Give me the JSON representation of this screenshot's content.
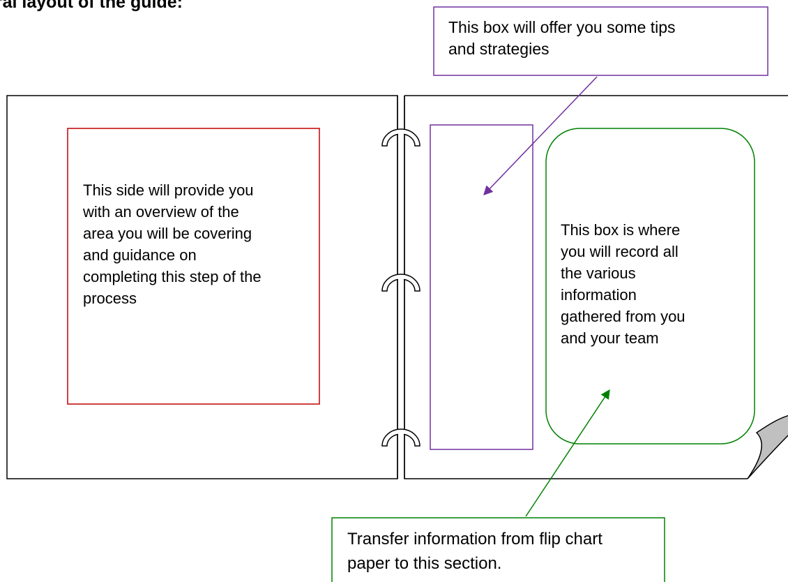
{
  "heading": "eral layout of the guide:",
  "tips_box": {
    "text": "This box will offer you some tips\nand strategies",
    "color": "#7030A0"
  },
  "overview_box": {
    "text": "This side will provide you\nwith an overview of the\narea you will be covering\nand guidance on\ncompleting this step of the\nprocess",
    "color": "#C00000"
  },
  "record_box": {
    "text": "This box is where\nyou will record all\nthe various\ninformation\ngathered from you\nand your team",
    "color": "#008000"
  },
  "transfer_box": {
    "text": "Transfer information from flip chart\npaper to this section.",
    "color": "#008000"
  },
  "binder": {
    "ring_count": 3,
    "page_outline_color": "#000000",
    "curl_fill": "#C0C0C0"
  }
}
